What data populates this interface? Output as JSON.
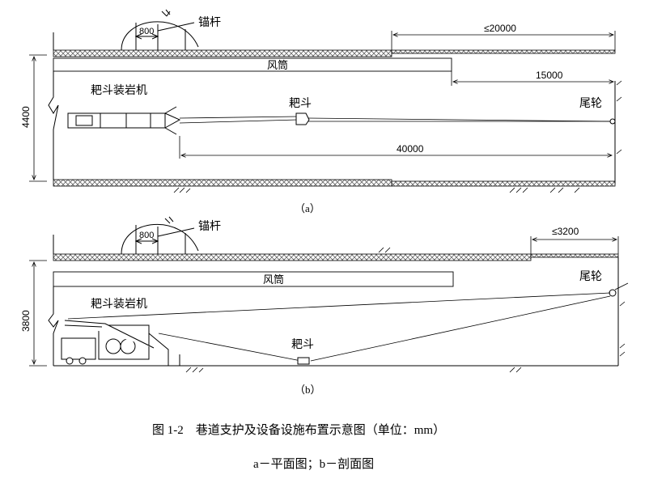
{
  "panel_a": {
    "dim_anchor_spacing": "800",
    "label_anchor": "锚杆",
    "dim_left_le": "≤20000",
    "label_duct": "风筒",
    "dim_duct_gap": "15000",
    "label_loader": "耙斗装岩机",
    "label_scraper": "耙斗",
    "label_tail_wheel": "尾轮",
    "dim_width": "4400",
    "dim_haul": "40000",
    "caption": "（a）"
  },
  "panel_b": {
    "dim_anchor_spacing": "800",
    "label_anchor": "锚杆",
    "dim_left_le": "≤3200",
    "label_duct": "风筒",
    "label_tail_wheel": "尾轮",
    "label_loader": "耙斗装岩机",
    "dim_height": "3800",
    "label_scraper": "耙斗",
    "caption": "（b）"
  },
  "figure": {
    "title": "图 1-2　巷道支护及设备设施布置示意图（单位：mm）",
    "subtitle": "a－平面图；b－剖面图"
  }
}
